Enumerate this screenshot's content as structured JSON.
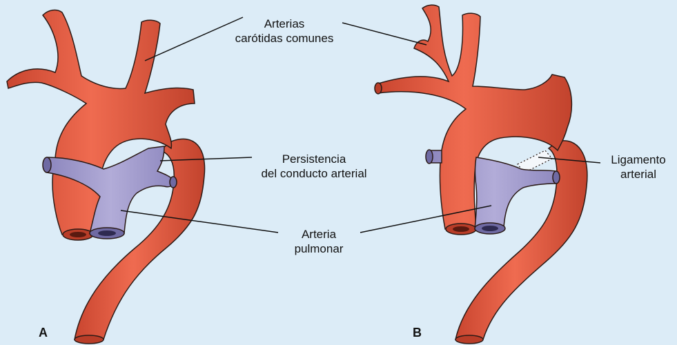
{
  "colors": {
    "background": "#dcecf7",
    "aorta": "#e8634a",
    "aorta_shadow": "#b93d28",
    "pulmonary": "#a9a3cf",
    "pulmonary_shadow": "#6f6aa3",
    "outline": "#2a1a16"
  },
  "labels": {
    "carotid_line1": "Arterias",
    "carotid_line2": "carótidas comunes",
    "ductus_line1": "Persistencia",
    "ductus_line2": "del conducto arterial",
    "pulmonary_line1": "Arteria",
    "pulmonary_line2": "pulmonar",
    "ligament_line1": "Ligamento",
    "ligament_line2": "arterial"
  },
  "panels": {
    "a": "A",
    "b": "B"
  }
}
